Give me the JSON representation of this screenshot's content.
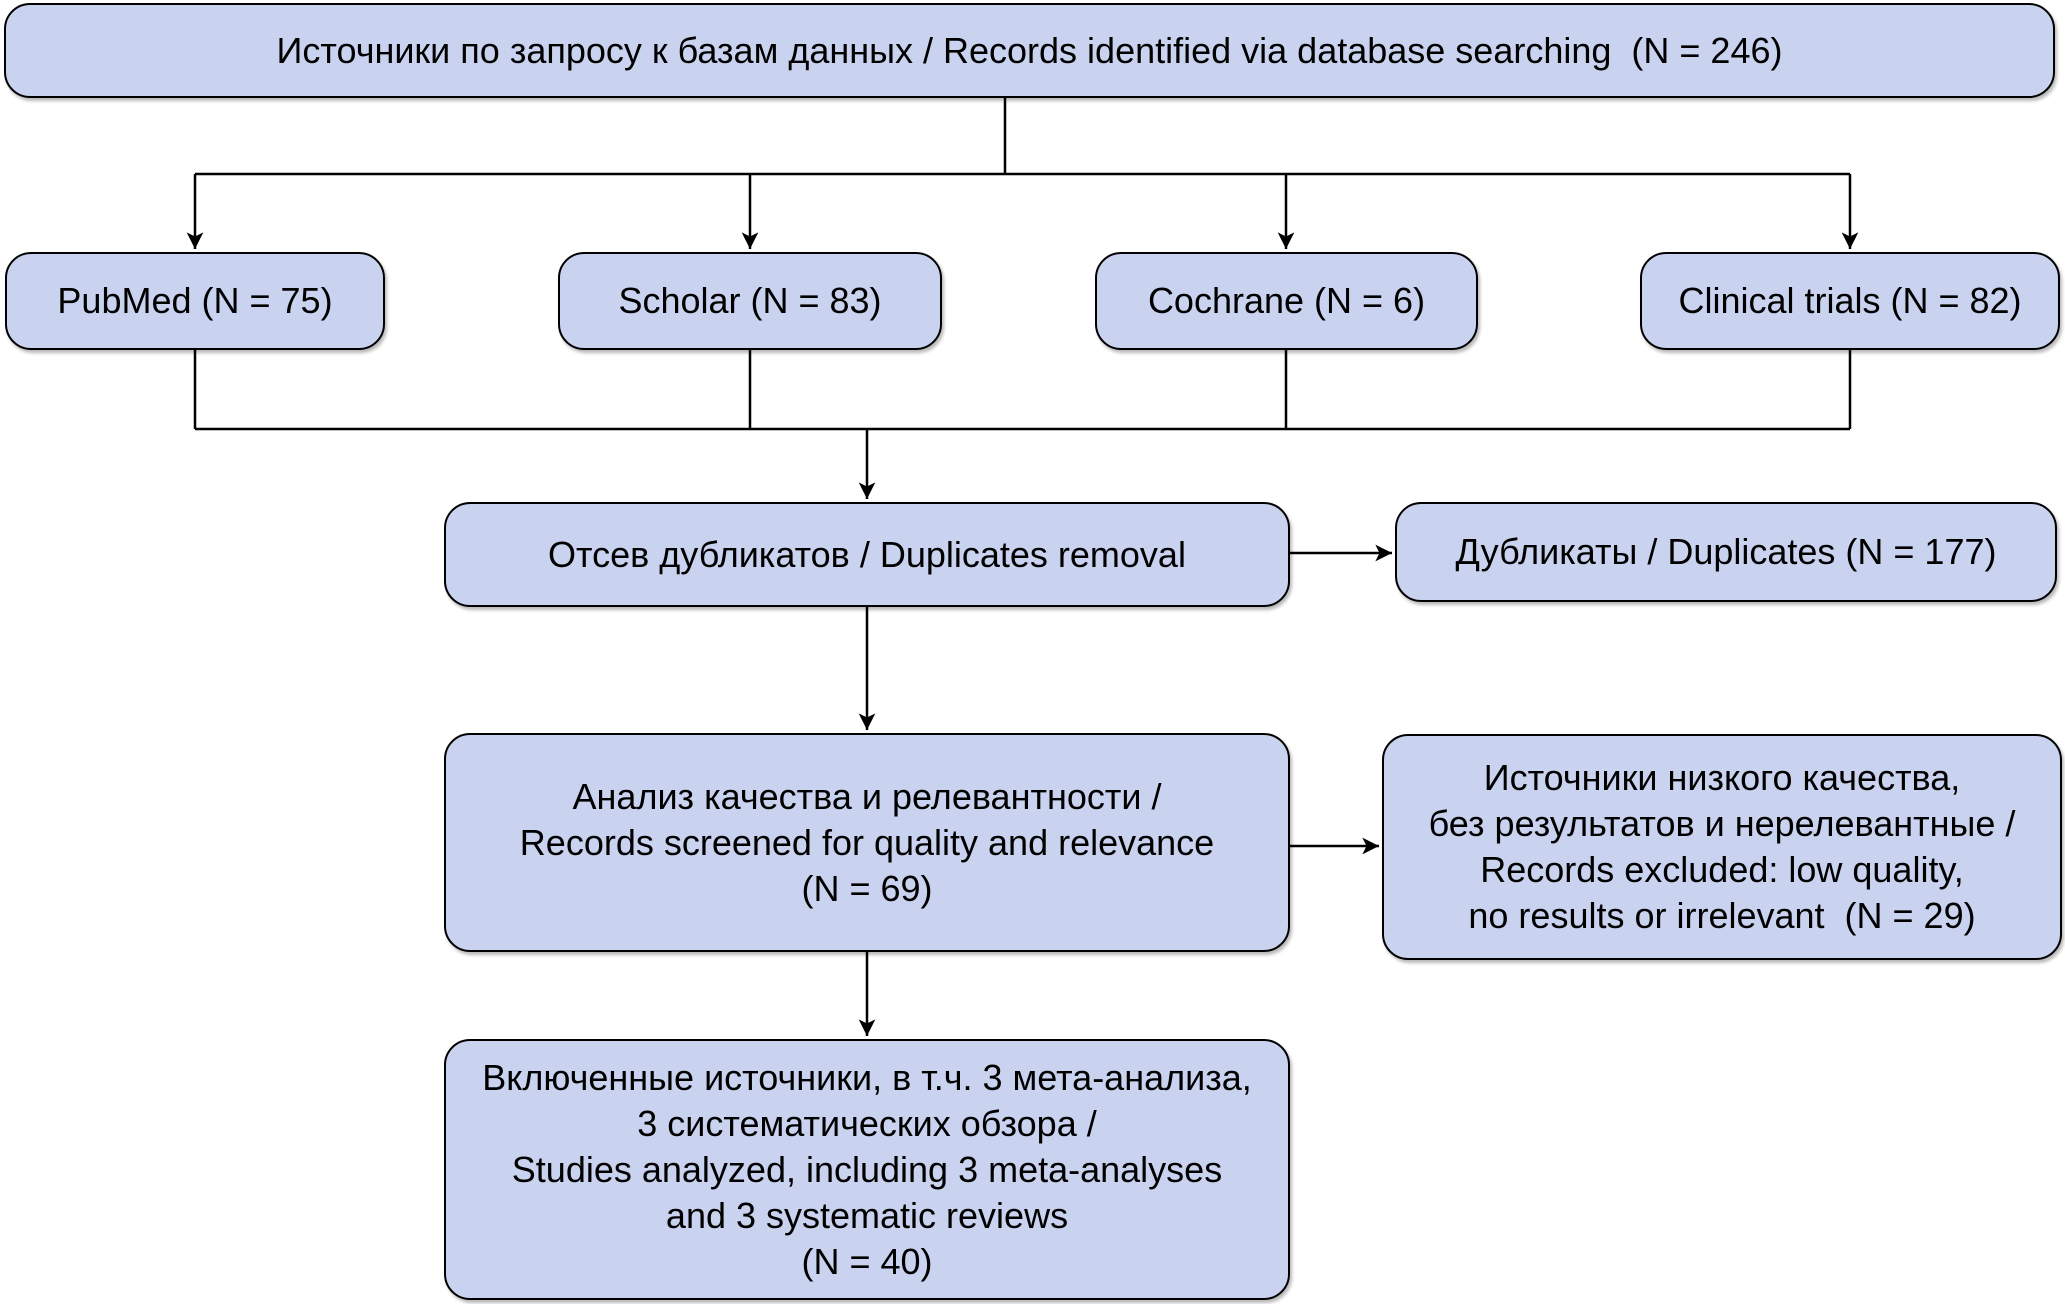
{
  "diagram": {
    "title": "Records screening flowchart (PRISMA-style)",
    "colors": {
      "box_fill": "#c9d2ee",
      "box_border": "#000000",
      "line_color": "#000000",
      "background": "#ffffff"
    },
    "nodes": {
      "records_identified": {
        "lines": [
          "Источники по запросу к базам данных / Records identified via database searching  (N = 246)"
        ]
      },
      "pubmed": {
        "lines": [
          "PubMed (N = 75)"
        ]
      },
      "scholar": {
        "lines": [
          "Scholar (N = 83)"
        ]
      },
      "cochrane": {
        "lines": [
          "Cochrane (N = 6)"
        ]
      },
      "clinical_trials": {
        "lines": [
          "Clinical trials (N = 82)"
        ]
      },
      "duplicates_removal": {
        "lines": [
          "Отсев дубликатов / Duplicates removal"
        ]
      },
      "duplicates": {
        "lines": [
          "Дубликаты / Duplicates (N = 177)"
        ]
      },
      "screened": {
        "lines": [
          "Анализ качества и релевантности /",
          "Records screened for quality and relevance",
          "(N = 69)"
        ]
      },
      "excluded": {
        "lines": [
          "Источники низкого качества,",
          "без результатов и нерелевантные /",
          "Records excluded: low quality,",
          "no results or irrelevant  (N = 29)"
        ]
      },
      "included": {
        "lines": [
          "Включенные источники, в т.ч. 3 мета-анализа,",
          "3 систематических обзора /",
          "Studies analyzed, including 3 meta-analyses",
          "and 3 systematic reviews",
          "(N = 40)"
        ]
      }
    }
  }
}
